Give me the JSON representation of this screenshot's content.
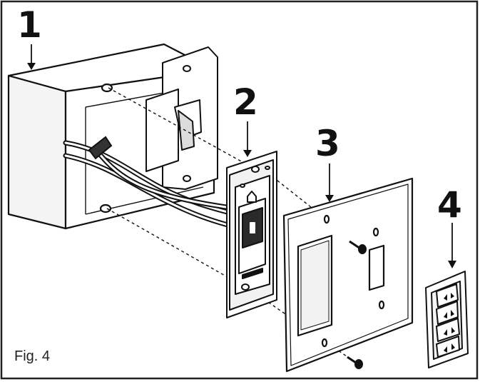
{
  "figure": {
    "caption": "Fig. 4",
    "callouts": [
      "1",
      "2",
      "3",
      "4"
    ]
  },
  "colors": {
    "ink": "#111111",
    "frame": "#222222",
    "shade": "#e8e8e8",
    "dark": "#2a2a2a"
  }
}
